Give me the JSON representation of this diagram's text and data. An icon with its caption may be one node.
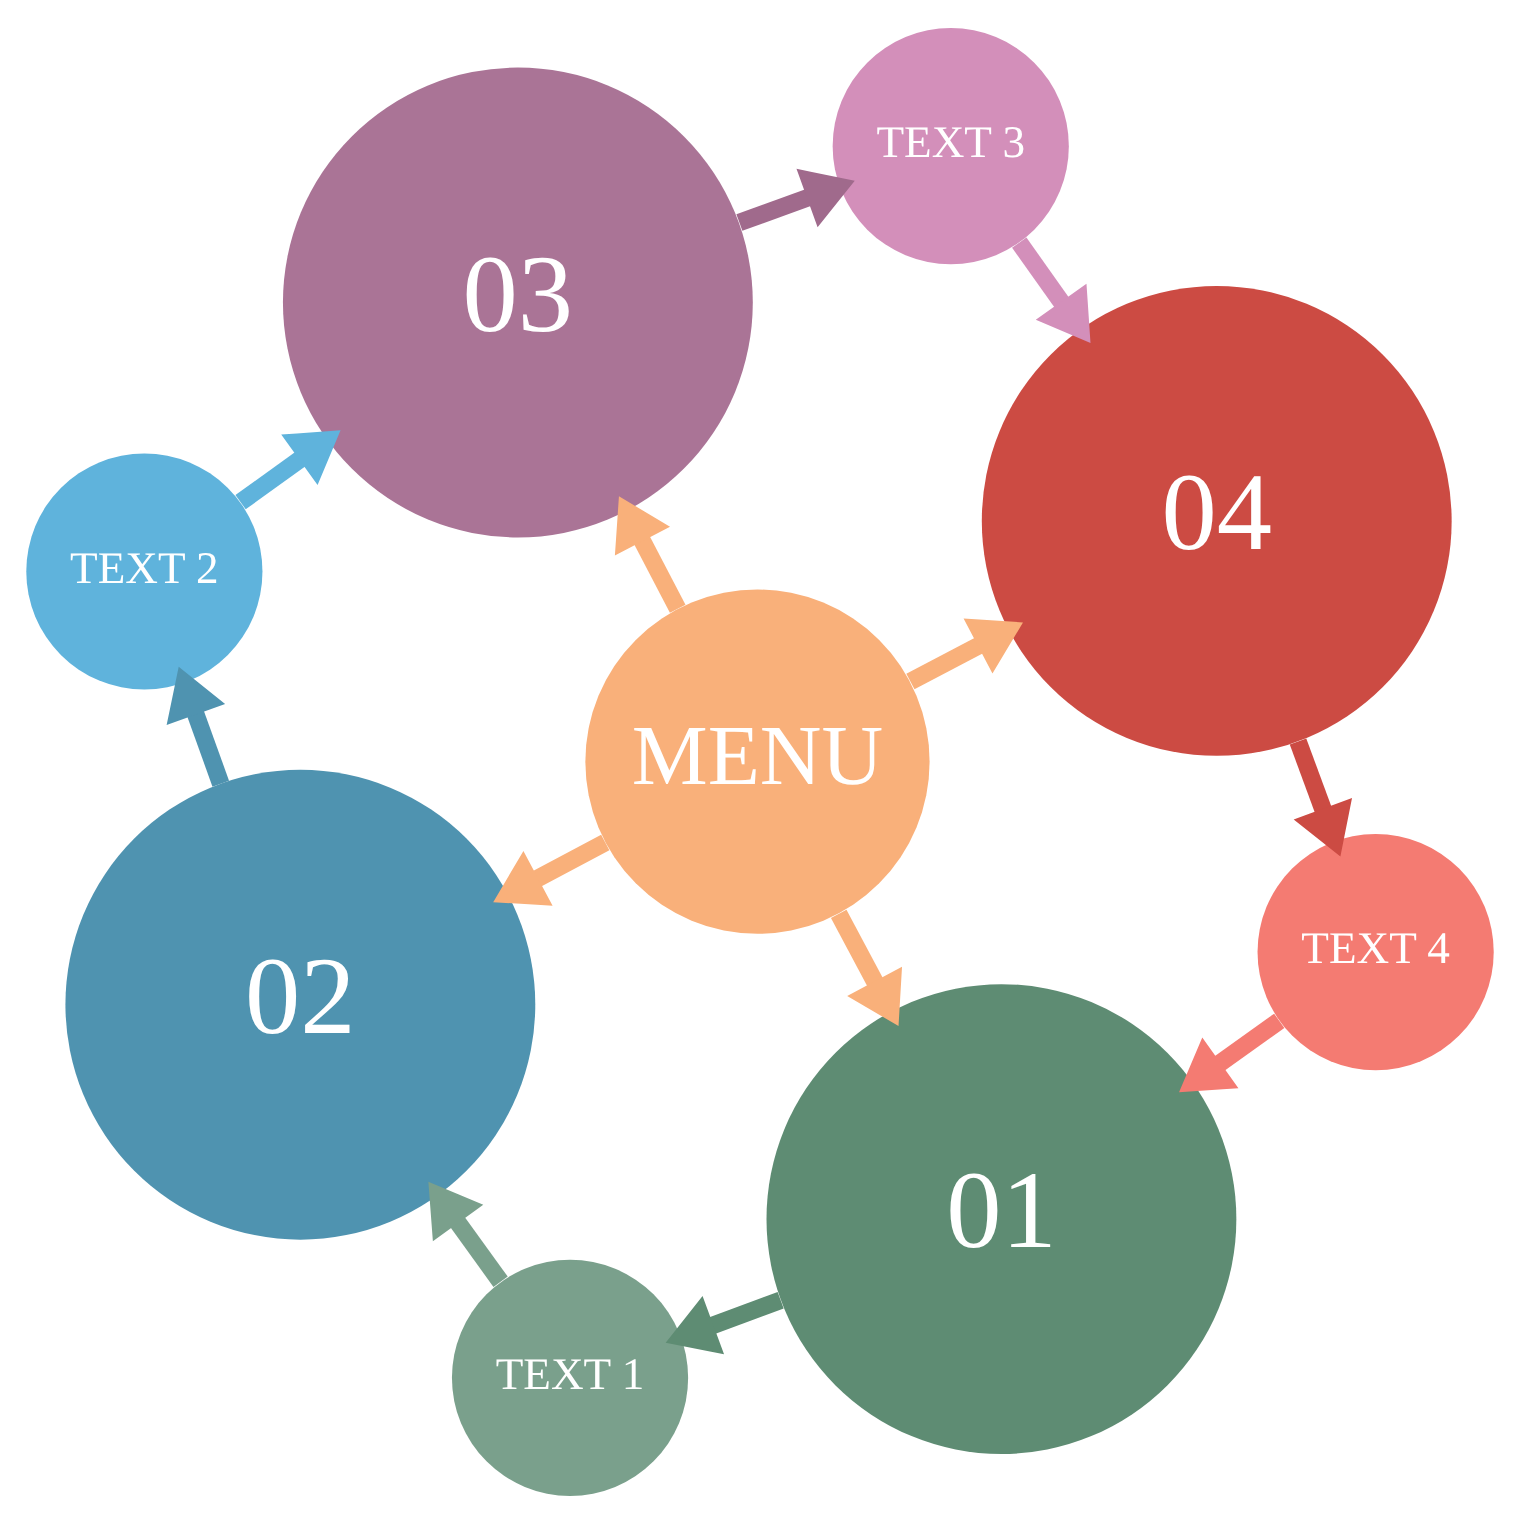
{
  "diagram": {
    "nodes": [
      {
        "text": [
          "MENU"
        ]
      },
      {
        "text": [
          "01"
        ]
      },
      {
        "text": [
          "02"
        ]
      },
      {
        "text": [
          "03"
        ]
      },
      {
        "text": [
          "04"
        ]
      },
      {
        "text": [
          "TEXT 1"
        ]
      },
      {
        "text": [
          "TEXT 2"
        ]
      },
      {
        "text": [
          "TEXT 3"
        ]
      },
      {
        "text": [
          "TEXT 4"
        ]
      }
    ],
    "edges": [
      {
        "from": 0,
        "to": 1,
        "arrow": "to",
        "color": "#f9b07a"
      },
      {
        "from": 0,
        "to": 2,
        "arrow": "to",
        "color": "#f9b07a"
      },
      {
        "from": 0,
        "to": 3,
        "arrow": "to",
        "color": "#f9b07a"
      },
      {
        "from": 0,
        "to": 4,
        "arrow": "to",
        "color": "#f9b07a"
      },
      {
        "from": 1,
        "to": 5,
        "arrow": "to",
        "color": "#5e8c73"
      },
      {
        "from": 5,
        "to": 2,
        "arrow": "to",
        "color": "#7aa08c"
      },
      {
        "from": 2,
        "to": 6,
        "arrow": "to",
        "color": "#4f93b0"
      },
      {
        "from": 6,
        "to": 3,
        "arrow": "to",
        "color": "#5fb3dc"
      },
      {
        "from": 3,
        "to": 7,
        "arrow": "to",
        "color": "#a06a8c"
      },
      {
        "from": 7,
        "to": 4,
        "arrow": "to",
        "color": "#d38fba"
      },
      {
        "from": 4,
        "to": 8,
        "arrow": "to",
        "color": "#cc4b43"
      },
      {
        "from": 8,
        "to": 1,
        "arrow": "to",
        "color": "#f47b72"
      }
    ]
  }
}
